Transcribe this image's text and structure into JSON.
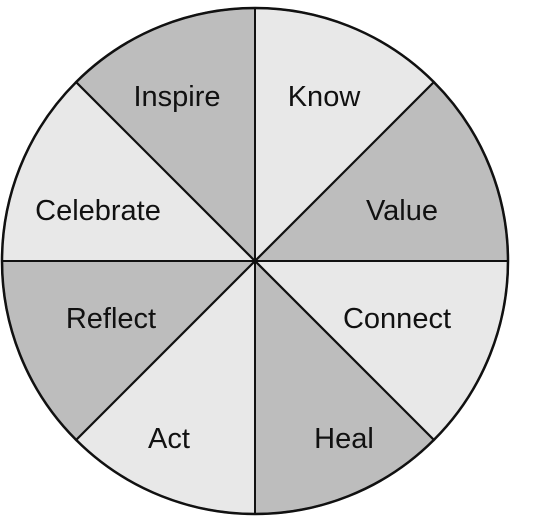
{
  "wheel": {
    "segments": [
      {
        "label": "Know",
        "shade": "light"
      },
      {
        "label": "Value",
        "shade": "dark"
      },
      {
        "label": "Connect",
        "shade": "light"
      },
      {
        "label": "Heal",
        "shade": "dark"
      },
      {
        "label": "Act",
        "shade": "light"
      },
      {
        "label": "Reflect",
        "shade": "dark"
      },
      {
        "label": "Celebrate",
        "shade": "light"
      },
      {
        "label": "Inspire",
        "shade": "dark"
      }
    ],
    "colors": {
      "light": "#e8e8e8",
      "dark": "#bdbdbd",
      "stroke": "#111111"
    }
  }
}
